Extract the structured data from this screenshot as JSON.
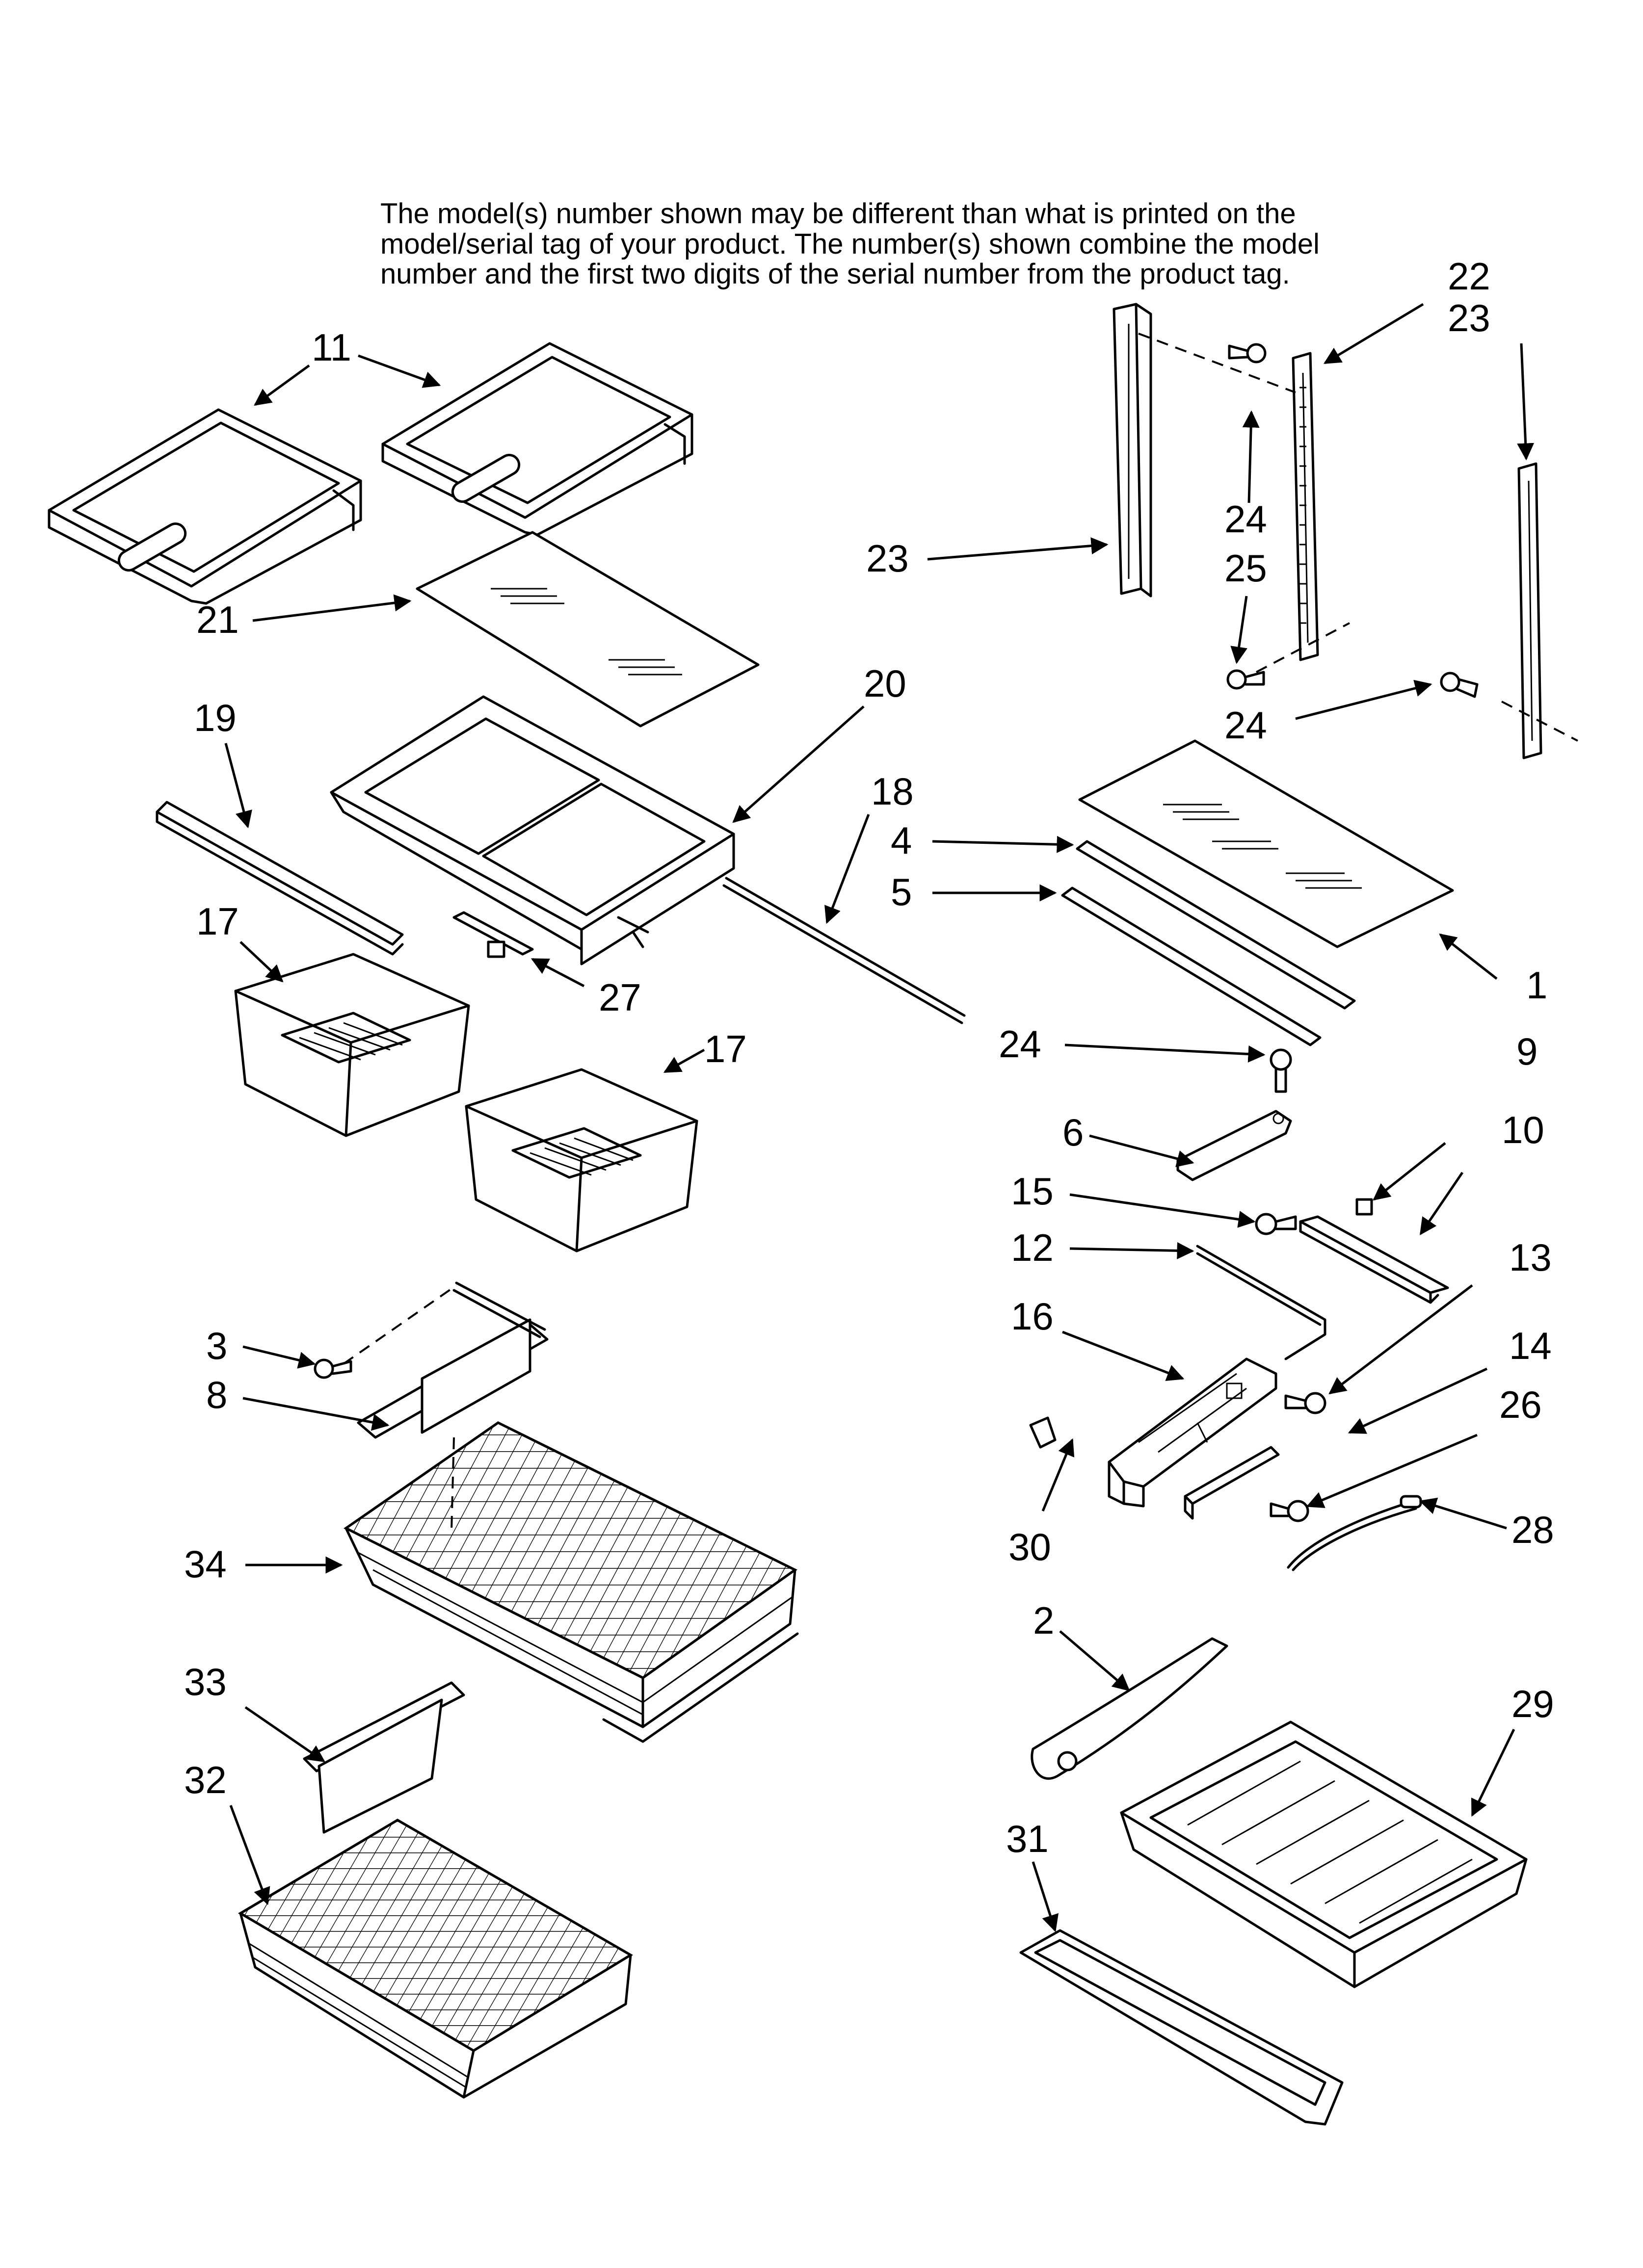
{
  "note": {
    "lines": [
      "The model(s) number shown may be different than what is printed on the",
      "model/serial tag of your product. The number(s) shown combine the model",
      "number and the first two digits of the serial number from the product tag."
    ]
  },
  "callouts": {
    "c11": "11",
    "c21": "21",
    "c19": "19",
    "c20": "20",
    "c18": "18",
    "c17a": "17",
    "c17b": "17",
    "c27": "27",
    "c3": "3",
    "c8": "8",
    "c34": "34",
    "c33": "33",
    "c32": "32",
    "c22": "22",
    "c23a": "23",
    "c23b": "23",
    "c24a": "24",
    "c25": "25",
    "c24b": "24",
    "c4": "4",
    "c5": "5",
    "c1": "1",
    "c24c": "24",
    "c9": "9",
    "c6": "6",
    "c10": "10",
    "c15": "15",
    "c12": "12",
    "c13": "13",
    "c16": "16",
    "c14": "14",
    "c26": "26",
    "c30": "30",
    "c28": "28",
    "c2": "2",
    "c29": "29",
    "c31": "31"
  }
}
